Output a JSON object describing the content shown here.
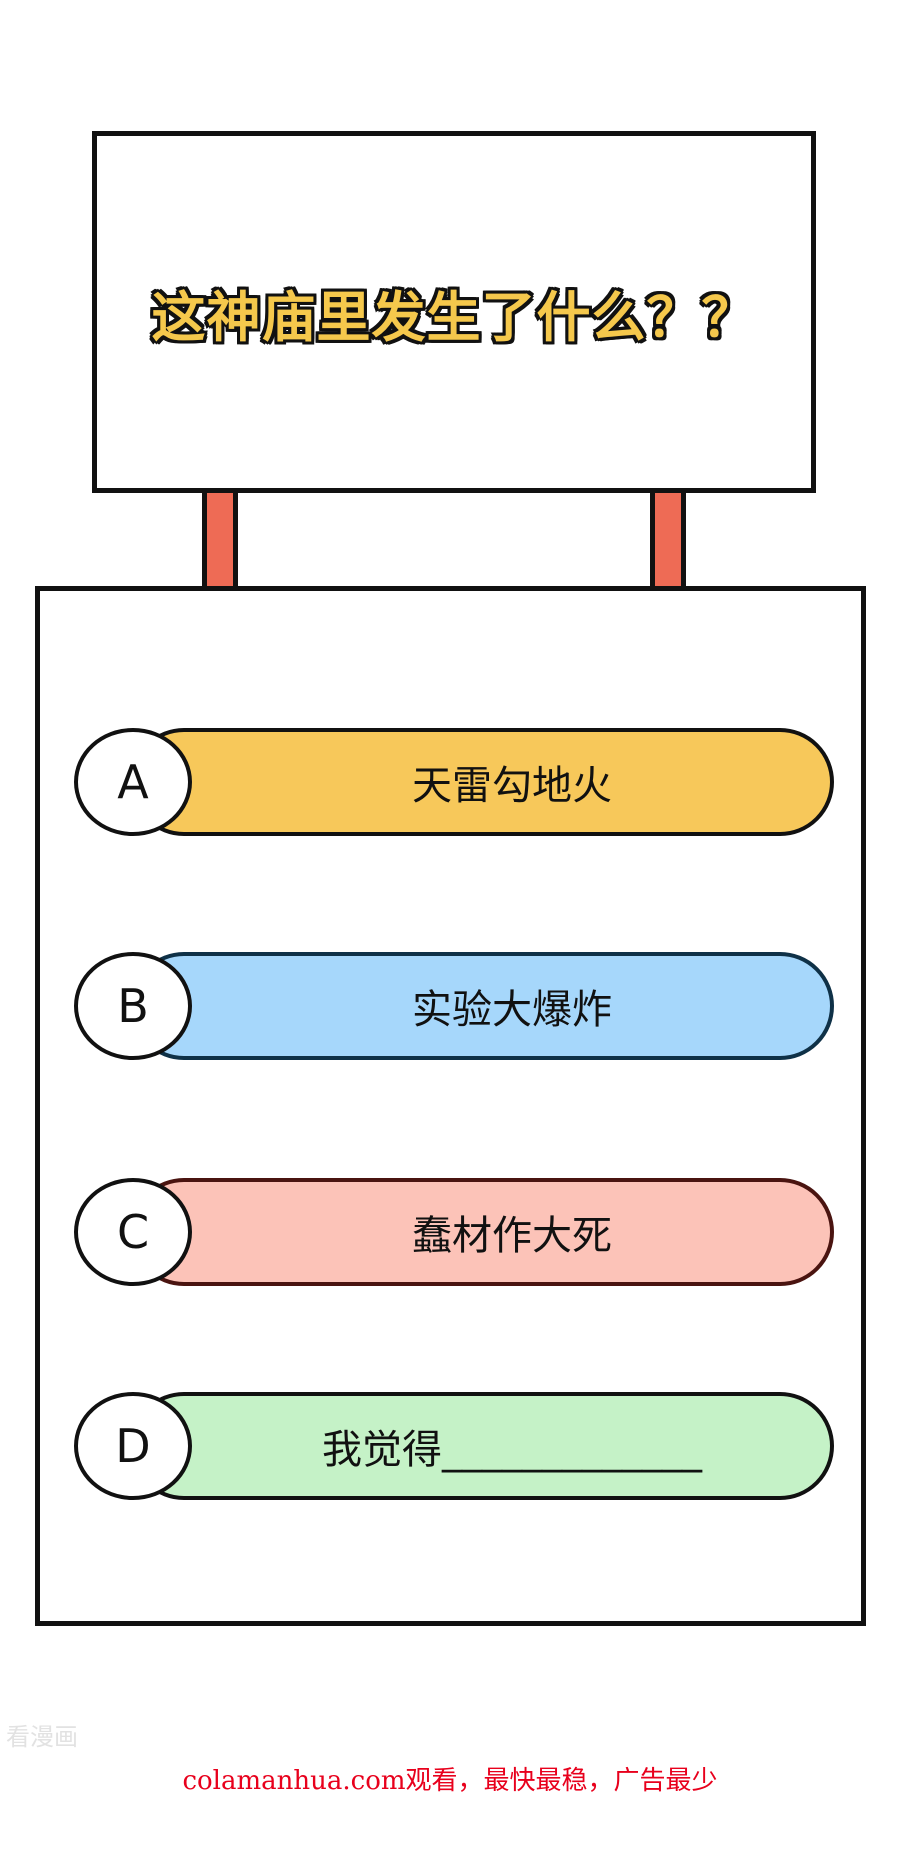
{
  "sign": {
    "title": "这神庙里发生了什么？？"
  },
  "options": [
    {
      "letter": "A",
      "text": "天雷勾地火",
      "color": "#f7c85a",
      "border": "#111111"
    },
    {
      "letter": "B",
      "text": "实验大爆炸",
      "color": "#a6d7fb",
      "border": "#0f3147"
    },
    {
      "letter": "C",
      "text": "蠢材作大死",
      "color": "#fcc3b8",
      "border": "#4a1410"
    },
    {
      "letter": "D",
      "text": "我觉得_____________",
      "color": "#c5f2c7",
      "border": "#111111"
    }
  ],
  "watermark": "看漫画",
  "footer": "colamanhua.com观看，最快最稳，广告最少",
  "colors": {
    "title_fill": "#f5c84c",
    "post": "#ee6b55",
    "footer_text": "#e8001c"
  }
}
